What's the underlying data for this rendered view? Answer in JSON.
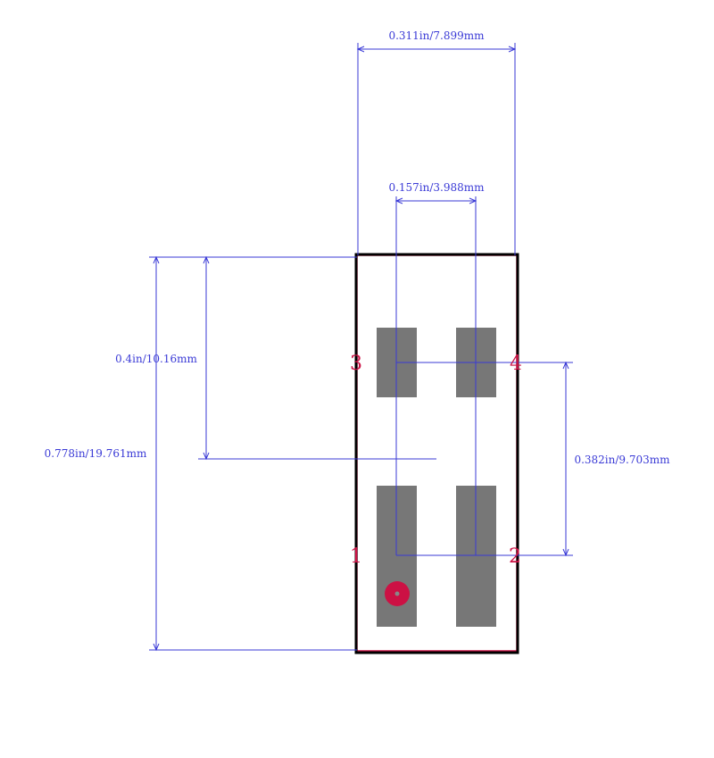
{
  "colors": {
    "dimension": "#3a3ad6",
    "outline": "#000000",
    "courtyard": "#cc1144",
    "pad": "#777777",
    "pin_label": "#cc1144",
    "pin1_marker": "#cc1144",
    "pin1_marker_center": "#888888"
  },
  "dimensions": {
    "overall_width": "0.311in/7.899mm",
    "pitch_x": "0.157in/3.988mm",
    "pitch_y": "0.382in/9.703mm",
    "top_to_center": "0.4in/10.16mm",
    "overall_height": "0.778in/19.761mm"
  },
  "pins": [
    {
      "label": "1"
    },
    {
      "label": "2"
    },
    {
      "label": "3"
    },
    {
      "label": "4"
    }
  ]
}
